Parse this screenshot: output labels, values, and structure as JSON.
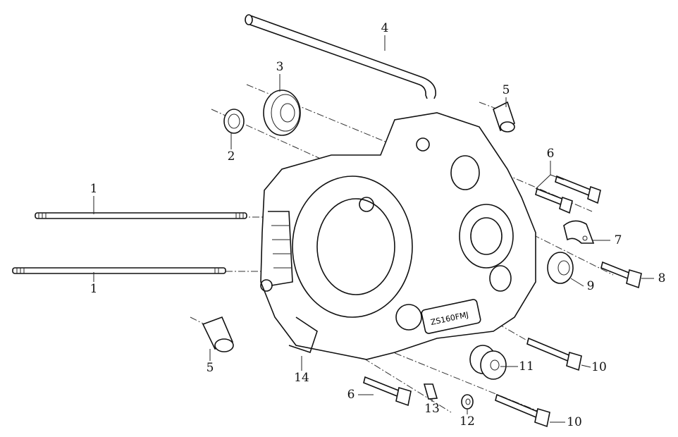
{
  "title": "Right crankcase exploded view",
  "labels": {
    "stud_upper": "1",
    "stud_lower": "1",
    "needle_bearing": "2",
    "ball_bearing": "3",
    "breather_tube": "4",
    "dowel_upper": "5",
    "dowel_lower": "5",
    "bolt_upper": "6",
    "bolt_lower": "6",
    "clamp": "7",
    "bolt_8": "8",
    "oil_seal": "9",
    "bolt_10_upper": "10",
    "bolt_10_lower": "10",
    "bushing": "11",
    "washer": "12",
    "pin": "13",
    "crankcase": "14"
  },
  "stamp_text": "ZS160FMJ"
}
